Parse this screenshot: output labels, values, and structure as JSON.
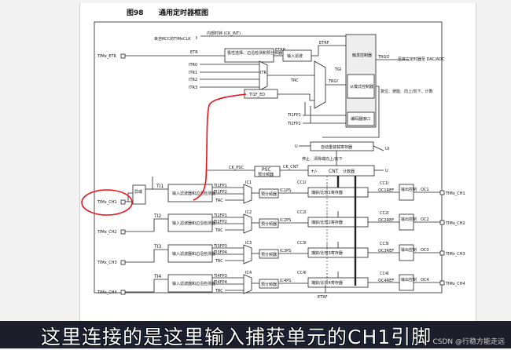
{
  "figure": {
    "number": "图98",
    "title": "通用定时器框图"
  },
  "top": {
    "internal_clock": "内部时钟 (CK_INT)",
    "rcc_clock": "来自RCC的TIMxCLK",
    "etr": "ETR",
    "etrp": "ETRP",
    "etrf": "ETRF",
    "polarity_box": "极性选择、边沿检测和预分频器",
    "input_filter": "输入滤波",
    "itr": [
      "ITR0",
      "ITR1",
      "ITR2",
      "ITR3"
    ],
    "itr_sig": "ITR",
    "trc": "TRC",
    "tgi": "TGI",
    "trgi": "TRGI",
    "ti1f_ed": "TI1F_ED",
    "ti1fp1": "TI1FP1",
    "ti2fp2": "TI2FP2",
    "trigger_ctrl": "触发控制器",
    "slave_ctrl": "从模式控制器",
    "encoder_if": "编码器接口",
    "trgo": "TRGO",
    "trgo_desc": "至其它定时器至 DAC/ADC",
    "reset_desc": "复位、使能、向上/向下、计数"
  },
  "counter": {
    "auto_reload": "自动重装载寄存器",
    "u": "U",
    "ui": "UI",
    "stop_desc": "停止、清除或向上/向下",
    "ck_psc": "CK_PSC",
    "psc": "PSC",
    "psc_desc": "预分频器",
    "ck_cnt": "CK_CNT",
    "pm": "+/-",
    "cnt": "CNT",
    "cnt_desc": "计数器"
  },
  "pins": {
    "etr": "TIMx_ETR",
    "in": [
      "TIMx_CH1",
      "TIMx_CH2",
      "TIMx_CH3",
      "TIMx_CH4"
    ],
    "out": [
      "TIMx_CH1",
      "TIMx_CH2",
      "TIMx_CH3",
      "TIMx_CH4"
    ]
  },
  "xor_label": "异或",
  "channels": [
    {
      "ti": "TI1",
      "fp_a": "TI1FP1",
      "fp_b": "TI1FP2",
      "ic": "IC1",
      "icps": "IC1PS",
      "cci": "CC1I",
      "ccr": "捕获/比较1寄存器",
      "ocref": "OC1REF",
      "oc": "OC1",
      "filter": "输入滤波器和边沿检测器",
      "psc": "预分频器",
      "out_ctrl": "输出控制"
    },
    {
      "ti": "TI2",
      "fp_a": "TI2FP1",
      "fp_b": "TI2FP2",
      "ic": "IC2",
      "icps": "IC2PS",
      "cci": "CC2I",
      "ccr": "捕获/比较2寄存器",
      "ocref": "OC2REF",
      "oc": "OC2",
      "filter": "输入滤波器和边沿检测器",
      "psc": "预分频器",
      "out_ctrl": "输出控制"
    },
    {
      "ti": "TI3",
      "fp_a": "TI3FP3",
      "fp_b": "TI3FP4",
      "ic": "IC3",
      "icps": "IC3PS",
      "cci": "CC3I",
      "ccr": "捕获/比较3寄存器",
      "ocref": "OC3REF",
      "oc": "OC3",
      "filter": "输入滤波器和边沿检测器",
      "psc": "预分频器",
      "out_ctrl": "输出控制"
    },
    {
      "ti": "TI4",
      "fp_a": "TI4FP3",
      "fp_b": "TI4FP4",
      "ic": "IC4",
      "icps": "IC4PS",
      "cci": "CC4I",
      "ccr": "捕获/比较4寄存器",
      "ocref": "OC4REF",
      "oc": "OC4",
      "filter": "输入滤波器和边沿检测器",
      "psc": "预分频器",
      "out_ctrl": "输出控制"
    }
  ],
  "trc_label": "TRC",
  "etrf_bottom": "ETRF",
  "subtitle": "这里连接的是这里输入捕获单元的CH1引脚",
  "watermark": "CSDN @行稳方能走远",
  "colors": {
    "annotation": "#e8141a",
    "subtitle_bg": "#1e1e2a",
    "subtitle_text": "#ffffff"
  }
}
